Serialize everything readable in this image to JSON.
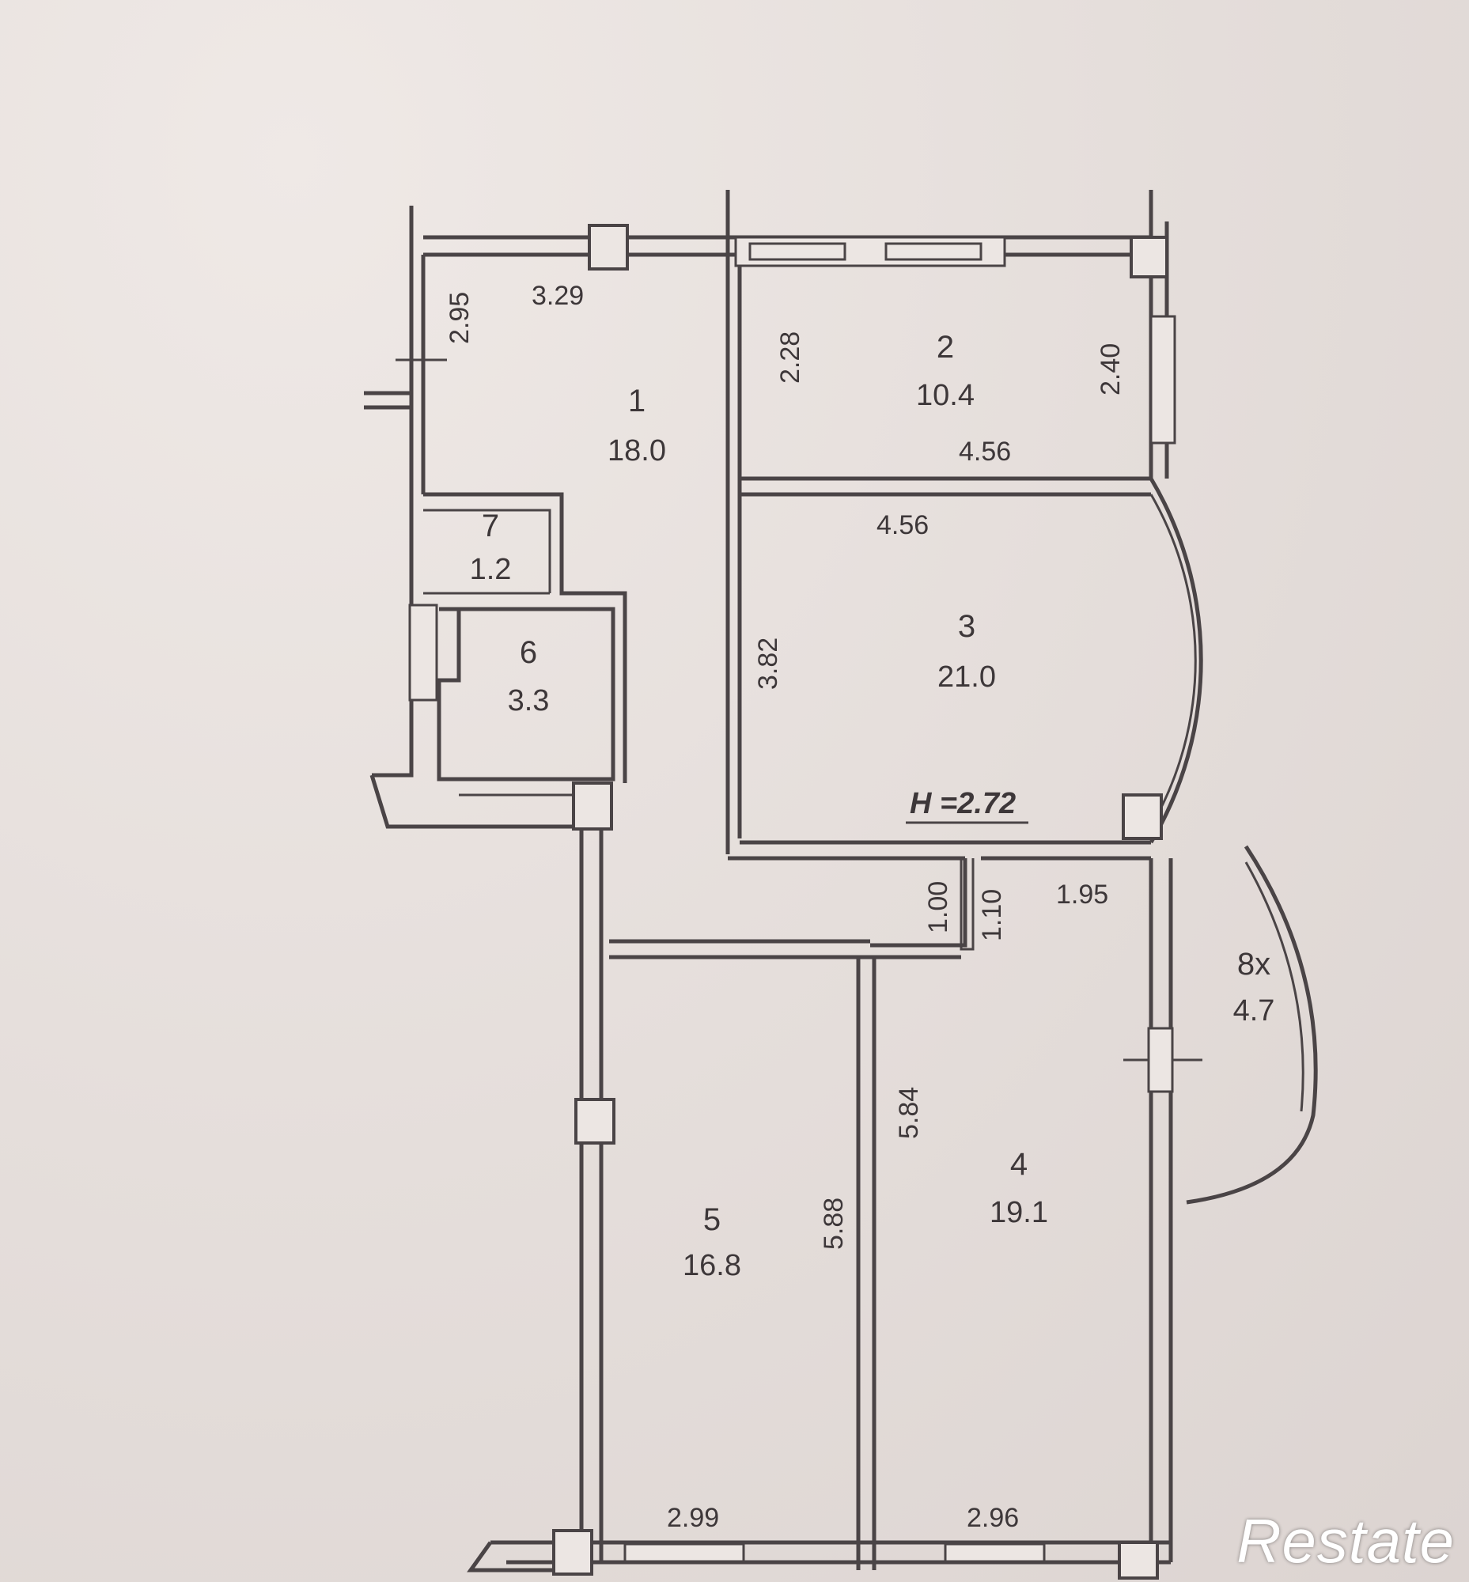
{
  "rooms": [
    {
      "number": "1",
      "area": "18.0"
    },
    {
      "number": "2",
      "area": "10.4"
    },
    {
      "number": "3",
      "area": "21.0"
    },
    {
      "number": "4",
      "area": "19.1"
    },
    {
      "number": "5",
      "area": "16.8"
    },
    {
      "number": "6",
      "area": "3.3"
    },
    {
      "number": "7",
      "area": "1.2"
    },
    {
      "number": "8х",
      "area": "4.7"
    }
  ],
  "dimensions": {
    "r1_top": "3.29",
    "r1_left": "2.95",
    "r2_left": "2.28",
    "r2_right": "2.40",
    "r2_bottom": "4.56",
    "r3_top": "4.56",
    "r3_left": "3.82",
    "hall_a": "1.00",
    "hall_b": "1.10",
    "hall_c": "1.95",
    "r4_left": "5.84",
    "r5_right": "5.88",
    "r5_bottom": "2.99",
    "r4_bottom": "2.96"
  },
  "ceiling_height": "H =2.72",
  "logo": "Restate"
}
